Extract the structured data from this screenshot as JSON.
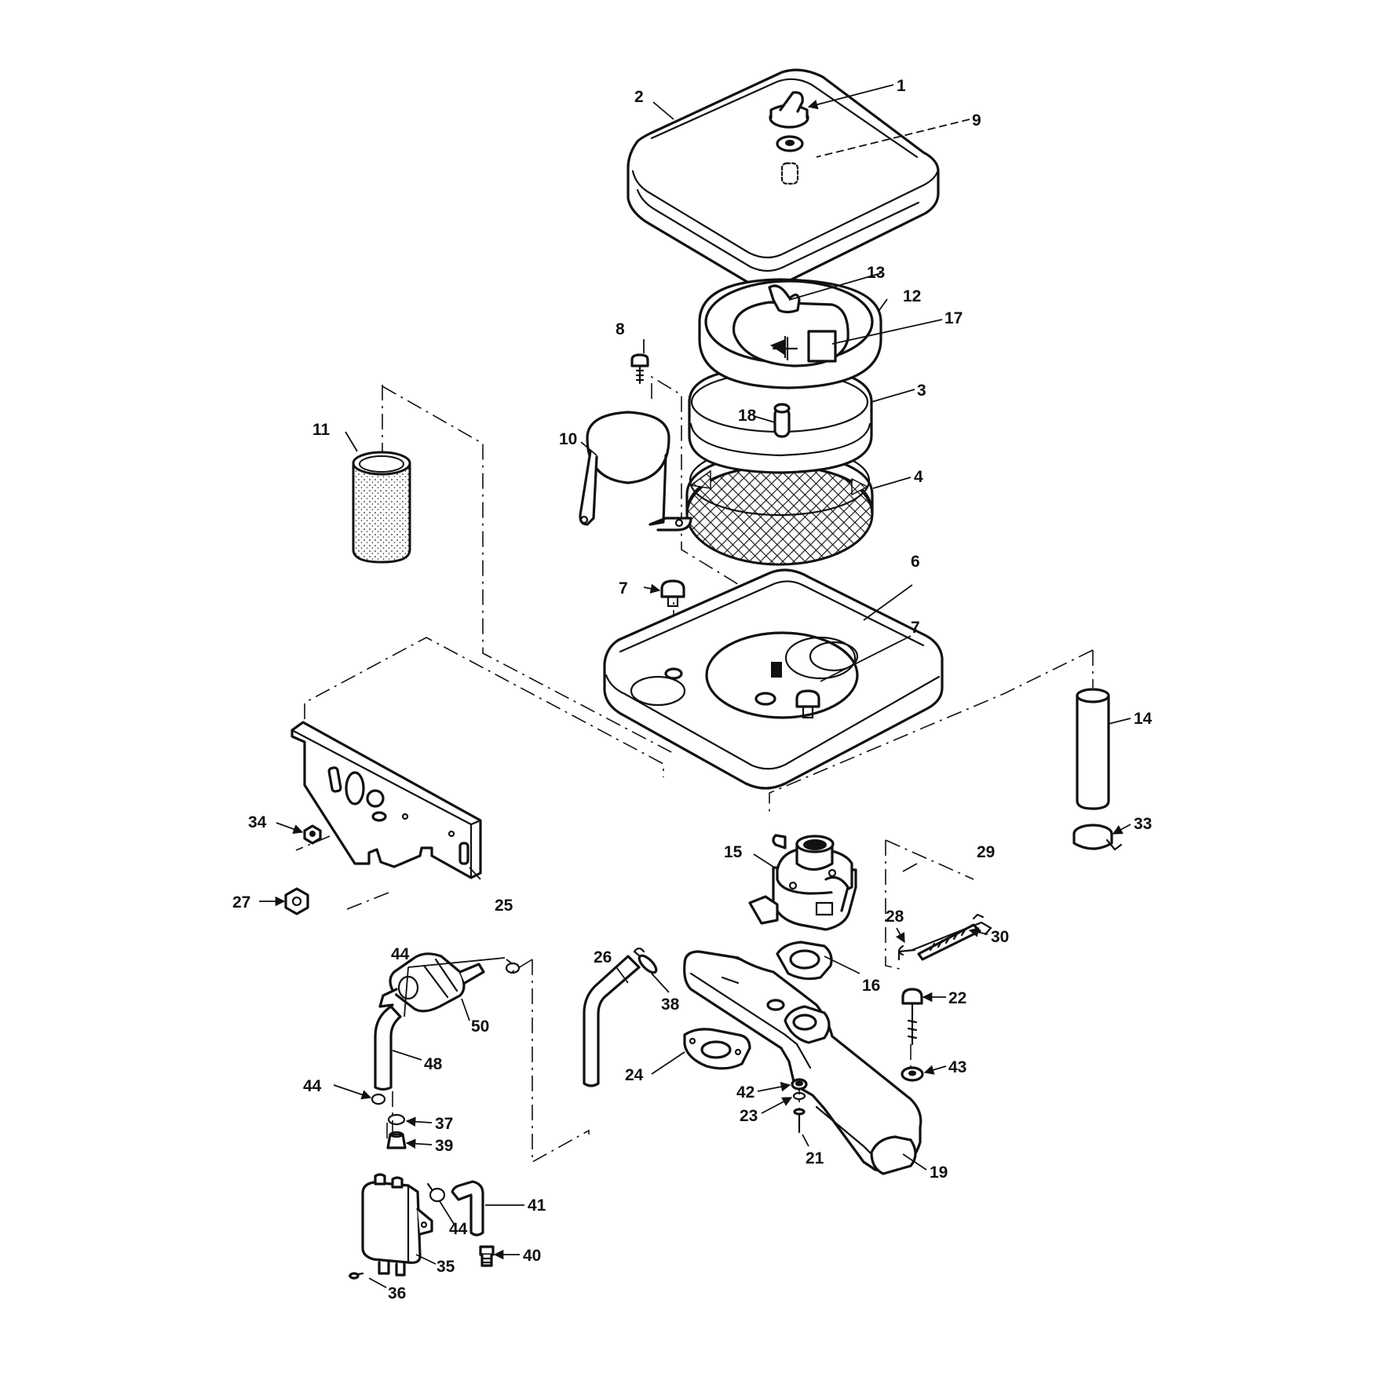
{
  "callouts": [
    "1",
    "2",
    "3",
    "4",
    "6",
    "7",
    "7",
    "8",
    "9",
    "10",
    "11",
    "12",
    "13",
    "14",
    "15",
    "16",
    "17",
    "18",
    "19",
    "21",
    "22",
    "23",
    "24",
    "25",
    "26",
    "27",
    "28",
    "29",
    "30",
    "33",
    "34",
    "35",
    "36",
    "37",
    "38",
    "39",
    "40",
    "41",
    "42",
    "43",
    "44",
    "44",
    "44",
    "48",
    "50"
  ]
}
